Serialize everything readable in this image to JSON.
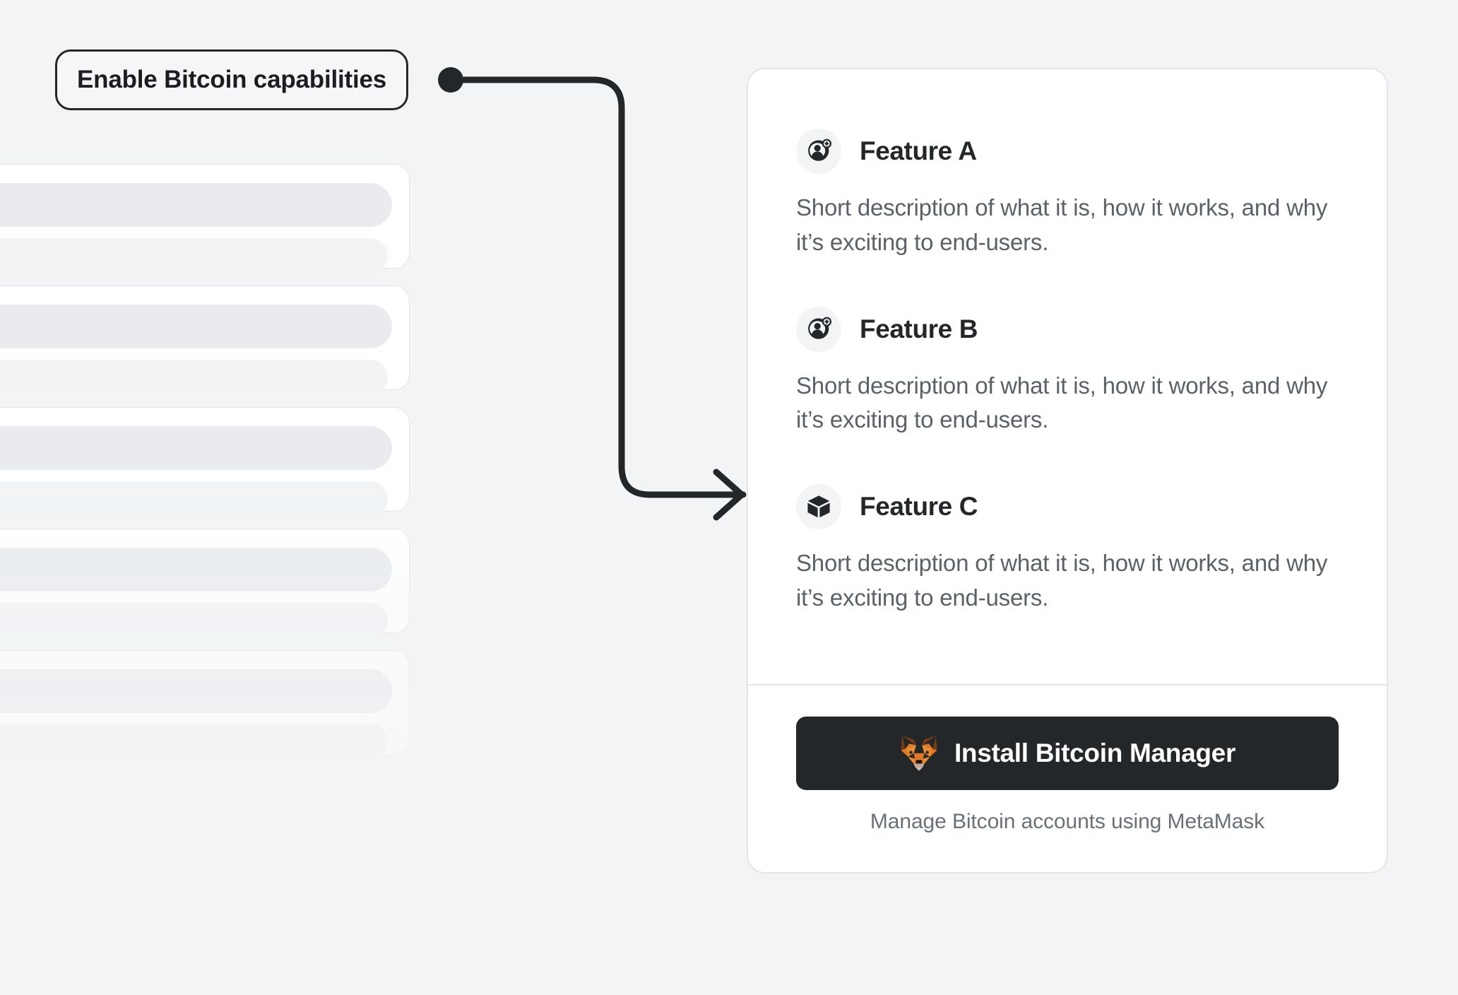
{
  "colors": {
    "page_background": "#f3f4f5",
    "card_background": "#ffffff",
    "card_border": "#e3e5e8",
    "heading_text": "#24272a",
    "body_text": "#5b6169",
    "caption_text": "#6a7078",
    "icon_badge_background": "#f2f4f6",
    "annotation_outline": "#24272a",
    "install_button_background": "#24272a",
    "install_button_text": "#ffffff",
    "skeleton_bar_primary": "#e9ebef",
    "skeleton_bar_secondary": "#f1f3f5"
  },
  "annotation": {
    "label": "Enable Bitcoin capabilities",
    "connector_icon": "arrow-right-icon",
    "anchor_dot_icon": "connector-dot-icon"
  },
  "skeleton": {
    "placeholder_count": 5,
    "rows_per_card": 2
  },
  "card": {
    "features": [
      {
        "icon": "add-account-icon",
        "title": "Feature A",
        "description": "Short description of what it is, how it works, and why it’s exciting to end-users."
      },
      {
        "icon": "add-account-icon",
        "title": "Feature B",
        "description": "Short description of what it is, how it works, and why it’s exciting to end-users."
      },
      {
        "icon": "cube-icon",
        "title": "Feature C",
        "description": "Short description of what it is, how it works, and why it’s exciting to end-users."
      }
    ],
    "footer": {
      "install_button_label": "Install Bitcoin Manager",
      "install_button_icon": "metamask-fox-icon",
      "caption": "Manage Bitcoin accounts using MetaMask"
    }
  }
}
